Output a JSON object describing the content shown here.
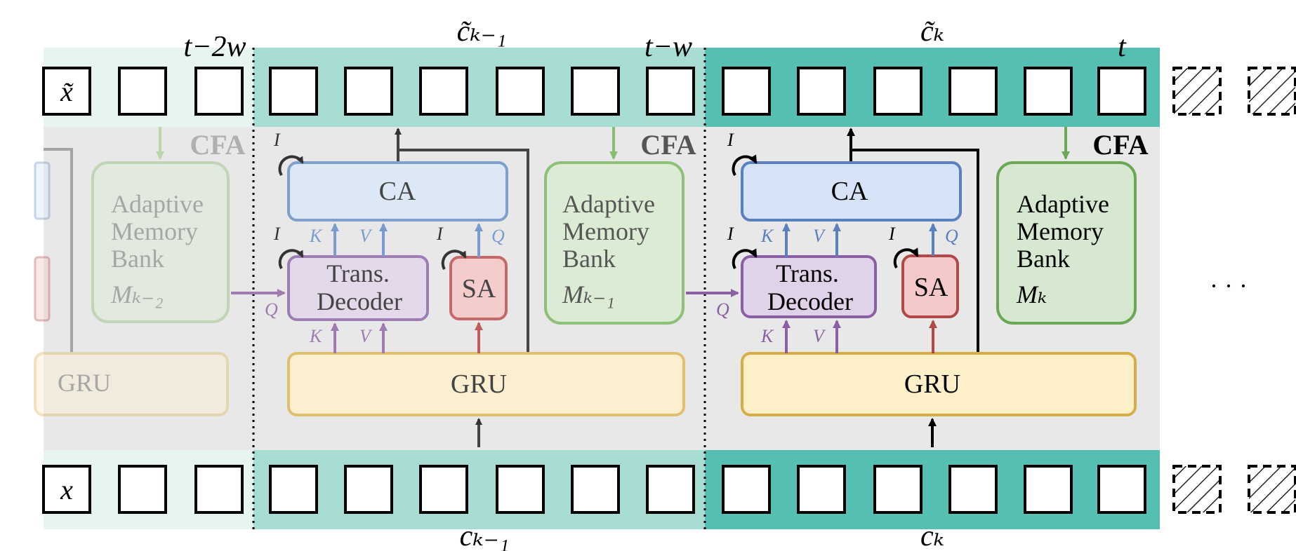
{
  "time_labels": {
    "t_minus_2w": "t−2w",
    "t_minus_w": "t−w",
    "t": "t"
  },
  "chunk_labels": {
    "c_tilde_k_minus_1": "c̃ₖ₋₁",
    "c_tilde_k": "c̃ₖ",
    "c_k_minus_1": "cₖ₋₁",
    "c_k": "cₖ"
  },
  "sequence_labels": {
    "x_tilde": "x̃",
    "x": "x"
  },
  "blocks": {
    "cfa": "CFA",
    "ca": "CA",
    "sa": "SA",
    "gru": "GRU",
    "decoder_line1": "Trans.",
    "decoder_line2": "Decoder",
    "memory_line1": "Adaptive",
    "memory_line2": "Memory",
    "memory_line3": "Bank",
    "m_k_minus_2": "Mₖ₋₂",
    "m_k_minus_1": "Mₖ₋₁",
    "m_k": "Mₖ"
  },
  "arrow_labels": {
    "identity": "I",
    "key": "K",
    "value": "V",
    "query": "Q"
  },
  "ellipsis": "· · ·",
  "colors": {
    "band_light": "#e6f5f2",
    "band_mid": "#a8ddd4",
    "band_dark": "#55bfb1",
    "panel": "#e8e8e8",
    "ca_fill": "#dde8f7",
    "ca_stroke": "#7f9fcc",
    "decoder_fill": "#e4d9ea",
    "decoder_stroke": "#9d7db3",
    "sa_fill": "#f5cccc",
    "sa_stroke": "#c46868",
    "gru_fill": "#fbefcf",
    "gru_stroke": "#e0bf70",
    "memory_fill": "#dcebd4",
    "memory_stroke": "#8fc07a",
    "arrow_purple": "#9e7bb0",
    "arrow_blue": "#7a9bcf",
    "arrow_red": "#c05c5c",
    "arrow_green": "#86bd72"
  }
}
